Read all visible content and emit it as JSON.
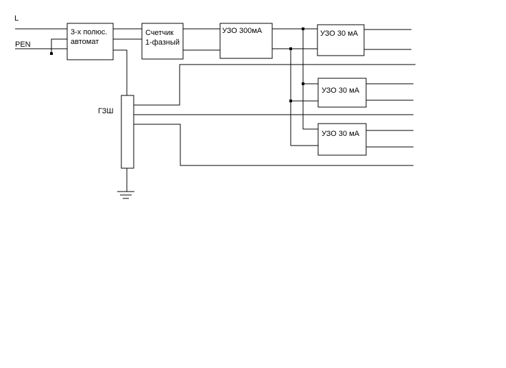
{
  "labels": {
    "line_l": "L",
    "line_pen": "PEN",
    "breaker_line1": "3-х полюс.",
    "breaker_line2": "автомат",
    "meter_line1": "Счетчик",
    "meter_line2": "1-фазный",
    "rcd_main": "УЗО 300мА",
    "rcd_1": "УЗО 30 мА",
    "rcd_2": "УЗО 30 мА",
    "rcd_3": "УЗО 30 мА",
    "busbar": "ГЗШ"
  }
}
